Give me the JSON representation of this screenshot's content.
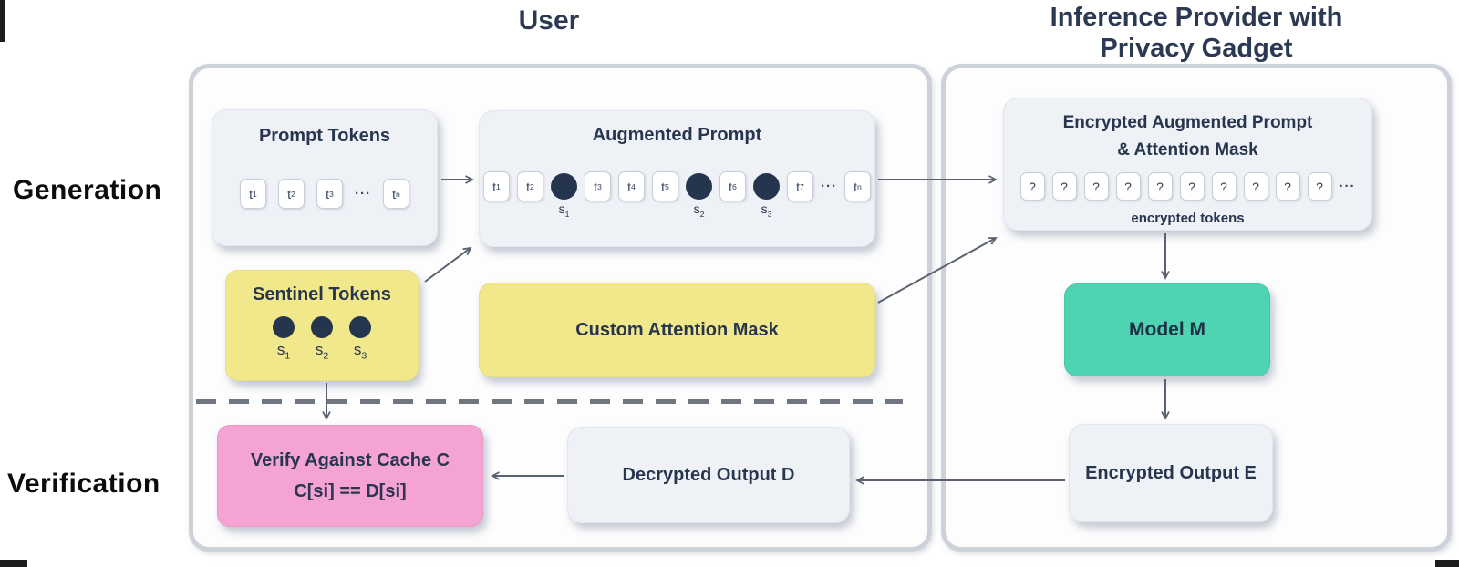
{
  "labels": {
    "generation": "Generation",
    "verification": "Verification"
  },
  "user_panel": {
    "title": "User",
    "prompt_tokens": {
      "title": "Prompt Tokens",
      "items": [
        {
          "kind": "chip",
          "base": "t",
          "sub": "1"
        },
        {
          "kind": "chip",
          "base": "t",
          "sub": "2"
        },
        {
          "kind": "chip",
          "base": "t",
          "sub": "3"
        },
        {
          "kind": "ellipsis",
          "text": "···"
        },
        {
          "kind": "chip",
          "base": "t",
          "sub": "n"
        }
      ]
    },
    "augmented_prompt": {
      "title": "Augmented Prompt",
      "items": [
        {
          "kind": "chip",
          "base": "t",
          "sub": "1"
        },
        {
          "kind": "chip",
          "base": "t",
          "sub": "2"
        },
        {
          "kind": "dot",
          "base": "s",
          "sub": "1"
        },
        {
          "kind": "chip",
          "base": "t",
          "sub": "3"
        },
        {
          "kind": "chip",
          "base": "t",
          "sub": "4"
        },
        {
          "kind": "chip",
          "base": "t",
          "sub": "5"
        },
        {
          "kind": "dot",
          "base": "s",
          "sub": "2"
        },
        {
          "kind": "chip",
          "base": "t",
          "sub": "6"
        },
        {
          "kind": "dot",
          "base": "s",
          "sub": "3"
        },
        {
          "kind": "chip",
          "base": "t",
          "sub": "7"
        },
        {
          "kind": "ellipsis",
          "text": "···"
        },
        {
          "kind": "chip",
          "base": "t",
          "sub": "n"
        }
      ]
    },
    "sentinel_tokens": {
      "title": "Sentinel Tokens",
      "items": [
        {
          "kind": "dot",
          "base": "s",
          "sub": "1"
        },
        {
          "kind": "dot",
          "base": "s",
          "sub": "2"
        },
        {
          "kind": "dot",
          "base": "s",
          "sub": "3"
        }
      ]
    },
    "custom_attention_mask": {
      "title": "Custom Attention Mask"
    },
    "verify": {
      "title": "Verify Against Cache C",
      "formula": "C[si] == D[si]"
    },
    "decrypted_output": {
      "title": "Decrypted Output D"
    }
  },
  "provider_panel": {
    "title_line1": "Inference Provider with",
    "title_line2": "Privacy Gadget",
    "encrypted_prompt": {
      "title_line1": "Encrypted Augmented Prompt",
      "title_line2": "& Attention Mask",
      "caption": "encrypted tokens",
      "items": [
        {
          "kind": "chip",
          "base": "?",
          "sub": ""
        },
        {
          "kind": "chip",
          "base": "?",
          "sub": ""
        },
        {
          "kind": "chip",
          "base": "?",
          "sub": ""
        },
        {
          "kind": "chip",
          "base": "?",
          "sub": ""
        },
        {
          "kind": "chip",
          "base": "?",
          "sub": ""
        },
        {
          "kind": "chip",
          "base": "?",
          "sub": ""
        },
        {
          "kind": "chip",
          "base": "?",
          "sub": ""
        },
        {
          "kind": "chip",
          "base": "?",
          "sub": ""
        },
        {
          "kind": "chip",
          "base": "?",
          "sub": ""
        },
        {
          "kind": "chip",
          "base": "?",
          "sub": ""
        },
        {
          "kind": "ellipsis",
          "text": "···"
        }
      ]
    },
    "model": {
      "title": "Model M"
    },
    "encrypted_output": {
      "title": "Encrypted Output E"
    }
  },
  "colors": {
    "accent_yellow": "#f0e88a",
    "accent_pink": "#f4a3d2",
    "accent_teal": "#4ed4b2",
    "box_fill": "#eef1f6",
    "panel_border": "#ccd1da",
    "navy_text": "#27364e",
    "arrow": "#5a6170",
    "sentinel_dot": "#25354d"
  }
}
